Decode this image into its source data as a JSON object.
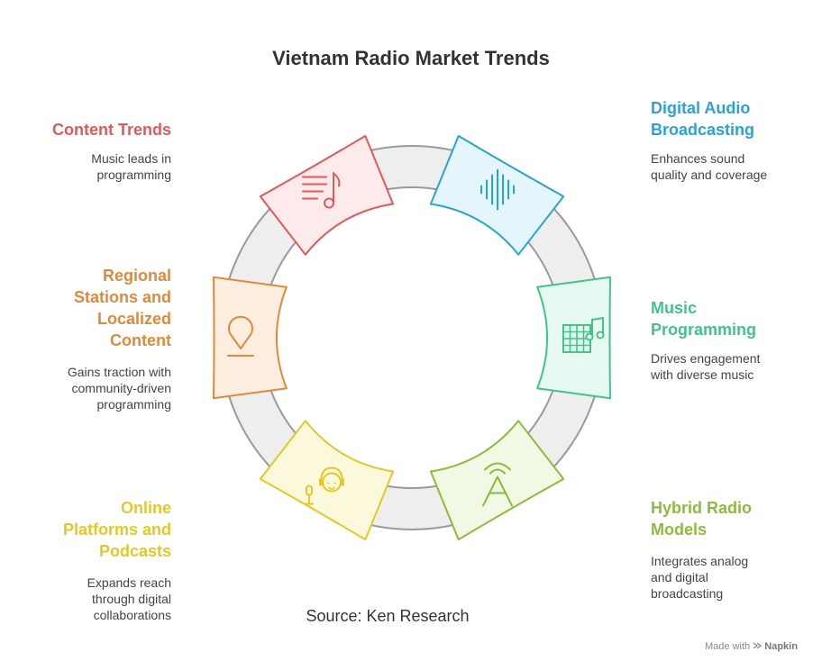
{
  "title": "Vietnam Radio Market Trends",
  "source": "Source: Ken Research",
  "credit": {
    "prefix": "Made with",
    "brand": "Napkin",
    "icon": "napkin-logo-icon"
  },
  "colors": {
    "ring_fill": "#eeeeee",
    "ring_stroke": "#9a9a9a",
    "red": "#e05a5a",
    "blue": "#29a3d6",
    "green": "#3fc48a",
    "lime": "#8dbb3a",
    "yellow": "#e3c924",
    "orange": "#e0893a"
  },
  "items": [
    {
      "id": "content-trends",
      "title": "Content Trends",
      "title_lines": [
        "Content Trends"
      ],
      "desc_lines": [
        "Music leads in",
        "programming"
      ],
      "color": "#e05a5a",
      "fill": "#fdeaea",
      "icon": "music-document-icon",
      "side": "left"
    },
    {
      "id": "digital-audio-broadcasting",
      "title": "Digital Audio Broadcasting",
      "title_lines": [
        "Digital Audio",
        "Broadcasting"
      ],
      "desc_lines": [
        "Enhances sound",
        "quality and coverage"
      ],
      "color": "#29a3d6",
      "fill": "#e5f5fc",
      "icon": "sound-wave-icon",
      "side": "right"
    },
    {
      "id": "music-programming",
      "title": "Music Programming",
      "title_lines": [
        "Music",
        "Programming"
      ],
      "desc_lines": [
        "Drives engagement",
        "with diverse music"
      ],
      "color": "#3fc48a",
      "fill": "#e6f8ef",
      "icon": "music-grid-icon",
      "side": "right"
    },
    {
      "id": "hybrid-radio-models",
      "title": "Hybrid Radio Models",
      "title_lines": [
        "Hybrid Radio",
        "Models"
      ],
      "desc_lines": [
        "Integrates analog",
        "and digital",
        "broadcasting"
      ],
      "color": "#8dbb3a",
      "fill": "#f1f8e3",
      "icon": "radio-antenna-icon",
      "side": "right"
    },
    {
      "id": "online-platforms-and-podcasts",
      "title": "Online Platforms and Podcasts",
      "title_lines": [
        "Online",
        "Platforms and",
        "Podcasts"
      ],
      "desc_lines": [
        "Expands reach",
        "through digital",
        "collaborations"
      ],
      "color": "#e3c924",
      "fill": "#fcf8dc",
      "icon": "podcaster-icon",
      "side": "left"
    },
    {
      "id": "regional-stations-and-localized-content",
      "title": "Regional Stations and Localized Content",
      "title_lines": [
        "Regional",
        "Stations and",
        "Localized",
        "Content"
      ],
      "desc_lines": [
        "Gains traction with",
        "community-driven",
        "programming"
      ],
      "color": "#e0893a",
      "fill": "#fdeee0",
      "icon": "location-pin-icon",
      "side": "left"
    }
  ]
}
